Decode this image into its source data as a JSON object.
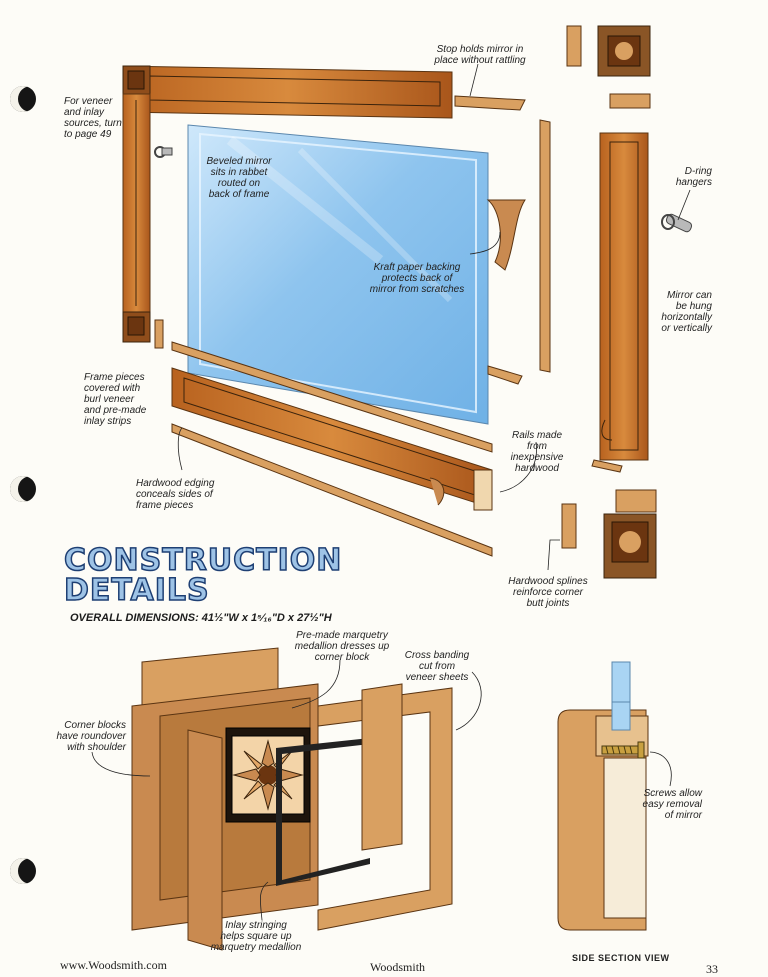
{
  "callouts": {
    "stop": "Stop holds mirror in\nplace without rattling",
    "veneer_sources": "For veneer\nand inlay\nsources, turn\nto page 49",
    "beveled": "Beveled mirror\nsits in rabbet\nrouted on\nback of frame",
    "dring": "D-ring\nhangers",
    "kraft": "Kraft paper backing\nprotects back of\nmirror from scratches",
    "mirror_hung": "Mirror can\nbe hung\nhorizontally\nor vertically",
    "frame_pieces": "Frame pieces\ncovered with\nburl veneer\nand pre-made\ninlay strips",
    "rails": "Rails made\nfrom\ninexpensive\nhardwood",
    "edging": "Hardwood edging\nconceals sides of\nframe pieces",
    "splines": "Hardwood splines\nreinforce corner\nbutt joints",
    "medallion": "Pre-made marquetry\nmedallion dresses up\ncorner block",
    "cross_banding": "Cross banding\ncut from\nveneer sheets",
    "corner_blocks": "Corner blocks\nhave roundover\nwith shoulder",
    "screws": "Screws allow\neasy removal\nof mirror",
    "stringing": "Inlay stringing\nhelps square up\nmarquetry medallion"
  },
  "heading": {
    "line1": "CONSTRUCTION",
    "line2": "DETAILS"
  },
  "dimensions": "OVERALL DIMENSIONS: 41½\"W x 1⁵⁄₁₆\"D x 27½\"H",
  "side_section_title": "SIDE SECTION VIEW",
  "footer": {
    "website": "www.Woodsmith.com",
    "magazine": "Woodsmith",
    "page_number": "33"
  },
  "colors": {
    "heading_fill": "#9ec3e6",
    "heading_outline": "#1e3f73",
    "burl": "#c9742b",
    "hardwood": "#d8a66b",
    "mirror": "#8fc6ee"
  }
}
